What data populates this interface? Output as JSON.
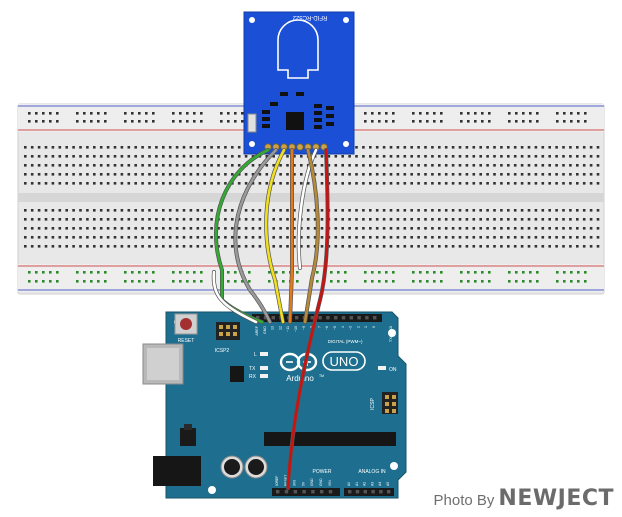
{
  "rfid_module": {
    "label": "RFID-RC522"
  },
  "arduino": {
    "logo_text": "Arduino",
    "logo_tm": "TM",
    "model": "UNO",
    "reset_label": "RESET",
    "icsp2_label": "ICSP2",
    "icsp_label": "ICSP",
    "digital_label": "DIGITAL (PWM~)",
    "power_label": "POWER",
    "analog_label": "ANALOG IN",
    "led_l": "L",
    "led_tx": "TX",
    "led_rx": "RX",
    "led_on": "ON",
    "txrx_label": "TX0 RX0",
    "digital_pins": [
      "AREF",
      "GND",
      "13",
      "12",
      "~11",
      "~10",
      "~9",
      "8",
      "7",
      "~6",
      "~5",
      "4",
      "~3",
      "2",
      "1",
      "0"
    ],
    "power_pins": [
      "IOREF",
      "RESET",
      "3V3",
      "5V",
      "GND",
      "GND",
      "VIN"
    ],
    "analog_pins": [
      "A0",
      "A1",
      "A2",
      "A3",
      "A4",
      "A5"
    ]
  },
  "wires": [
    {
      "color": "#33aa33",
      "name": "green"
    },
    {
      "color": "#9a9a9a",
      "name": "gray"
    },
    {
      "color": "#f0e020",
      "name": "yellow"
    },
    {
      "color": "#e07a1a",
      "name": "orange"
    },
    {
      "color": "#ffffff",
      "name": "white"
    },
    {
      "color": "#b58a3a",
      "name": "brown"
    },
    {
      "color": "#cc1111",
      "name": "red"
    }
  ],
  "colors": {
    "board": "#1e6f8f",
    "rfid": "#1a4fd6",
    "breadboard": "#e6e6e6",
    "rail_red": "#d05050",
    "rail_blue": "#5060c8"
  },
  "credit": {
    "prefix": "Photo By",
    "brand": "NEWJECT"
  }
}
